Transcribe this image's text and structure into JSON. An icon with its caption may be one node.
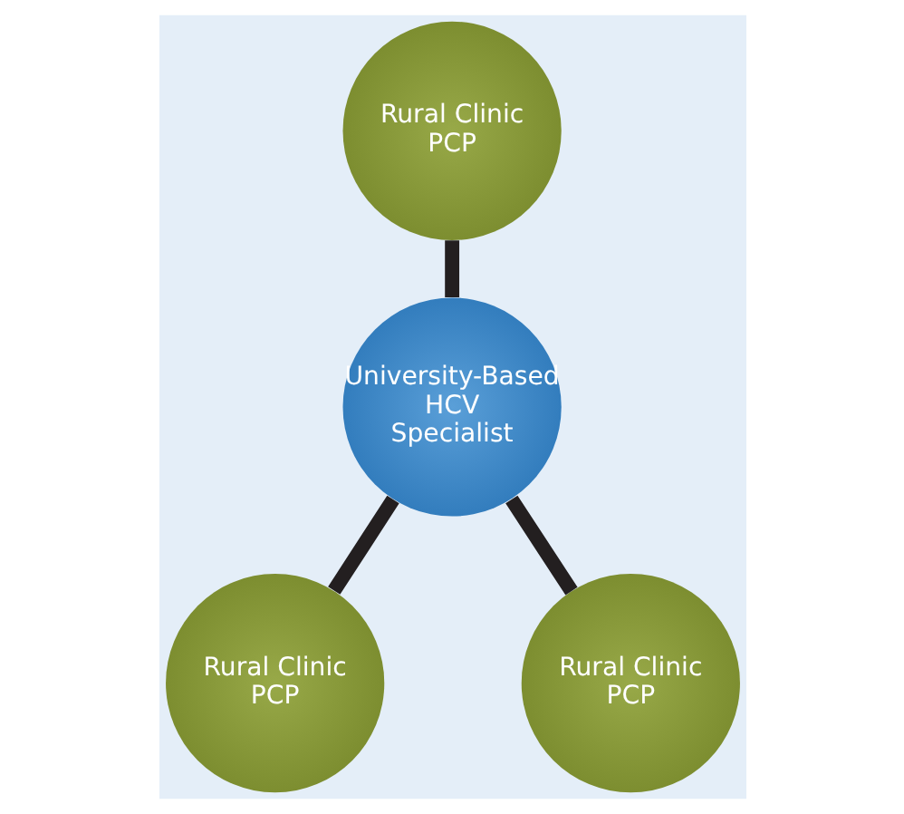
{
  "diagram": {
    "nodes": [
      {
        "text": [
          "Rural Clinic PCP"
        ]
      },
      {
        "text": [
          "University-Based HCV Specialist"
        ]
      },
      {
        "text": [
          "Rural Clinic PCP"
        ]
      },
      {
        "text": [
          "Rural Clinic PCP"
        ]
      }
    ],
    "edges": [
      {
        "from": 0,
        "to": 1,
        "arrow": "none"
      },
      {
        "from": 1,
        "to": 2,
        "arrow": "none"
      },
      {
        "from": 1,
        "to": 3,
        "arrow": "none"
      }
    ]
  }
}
